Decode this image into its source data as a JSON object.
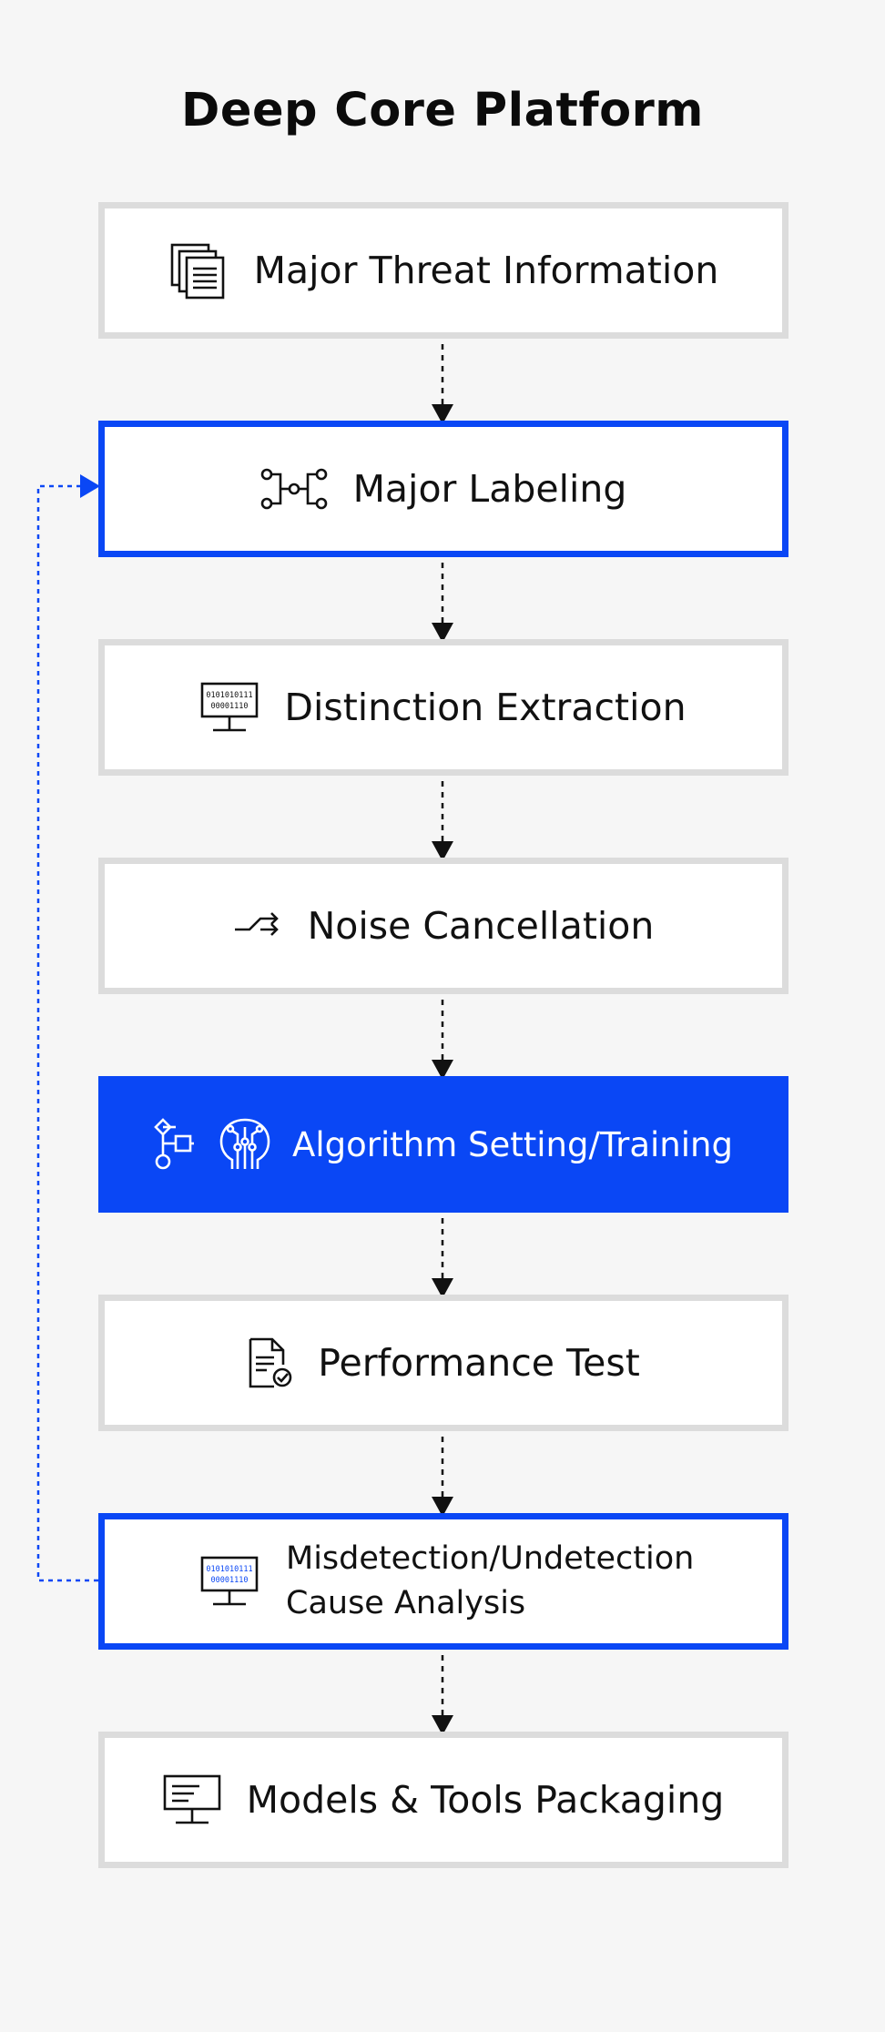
{
  "title": "Deep Core Platform",
  "steps": [
    {
      "label": "Major Threat Information",
      "icon": "documents-icon",
      "style": "default"
    },
    {
      "label": "Major Labeling",
      "icon": "node-graph-icon",
      "style": "highlight-border"
    },
    {
      "label": "Distinction Extraction",
      "icon": "binary-monitor-icon",
      "style": "default"
    },
    {
      "label": "Noise Cancellation",
      "icon": "shuffle-icon",
      "style": "default"
    },
    {
      "label": "Algorithm Setting/Training",
      "icons": [
        "flowchart-icon",
        "ai-head-icon"
      ],
      "style": "filled"
    },
    {
      "label": "Performance Test",
      "icon": "document-check-icon",
      "style": "default"
    },
    {
      "label": "Misdetection/Undetection Cause Analysis",
      "icon": "binary-monitor-icon",
      "style": "highlight-border"
    },
    {
      "label": "Models & Tools Packaging",
      "icon": "monitor-icon",
      "style": "default"
    }
  ],
  "icon_text": {
    "binary_line1": "0101010111",
    "binary_line2": "00001110"
  },
  "colors": {
    "accent": "#0a47f5",
    "box_border": "#dcdcdc",
    "background": "#f6f6f6"
  }
}
